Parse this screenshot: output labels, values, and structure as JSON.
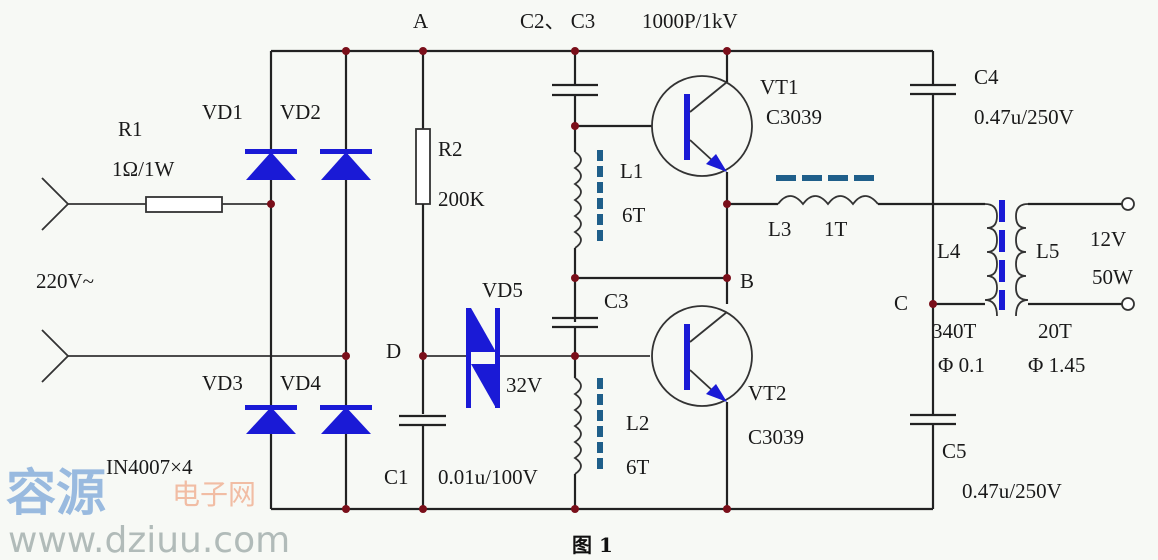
{
  "figure_caption": "图 1",
  "nodes": {
    "a": "A",
    "b": "B",
    "c": "C",
    "d": "D"
  },
  "input": {
    "voltage": "220V~"
  },
  "components": {
    "r1": {
      "ref": "R1",
      "value": "1Ω/1W"
    },
    "r2": {
      "ref": "R2",
      "value": "200K"
    },
    "vd1": {
      "ref": "VD1"
    },
    "vd2": {
      "ref": "VD2"
    },
    "vd3": {
      "ref": "VD3"
    },
    "vd4": {
      "ref": "VD4"
    },
    "bridge_diodes": "IN4007×4",
    "vd5": {
      "ref": "VD5",
      "value": "32V"
    },
    "c1": {
      "ref": "C1",
      "value": "0.01u/100V"
    },
    "c2c3": {
      "ref": "C2、 C3",
      "value": "1000P/1kV"
    },
    "c3": {
      "ref": "C3"
    },
    "c4": {
      "ref": "C4",
      "value": "0.47u/250V"
    },
    "c5": {
      "ref": "C5",
      "value": "0.47u/250V"
    },
    "l1": {
      "ref": "L1",
      "turns": "6T"
    },
    "l2": {
      "ref": "L2",
      "turns": "6T"
    },
    "l3": {
      "ref": "L3",
      "turns": "1T"
    },
    "l4": {
      "ref": "L4",
      "turns": "340T",
      "wire": "Φ 0.1"
    },
    "l5": {
      "ref": "L5",
      "turns": "20T",
      "wire": "Φ 1.45"
    },
    "vt1": {
      "ref": "VT1",
      "part": "C3039"
    },
    "vt2": {
      "ref": "VT2",
      "part": "C3039"
    }
  },
  "output": {
    "voltage": "12V",
    "power": "50W"
  },
  "watermark": {
    "brand_cn": "容源",
    "suffix_cn": "电子网",
    "url": "www.dziuu.com"
  },
  "colors": {
    "wire": "#222222",
    "node": "#7a0f1a",
    "semiconductor": "#1a1ad6",
    "core": "#1f5f8a"
  }
}
